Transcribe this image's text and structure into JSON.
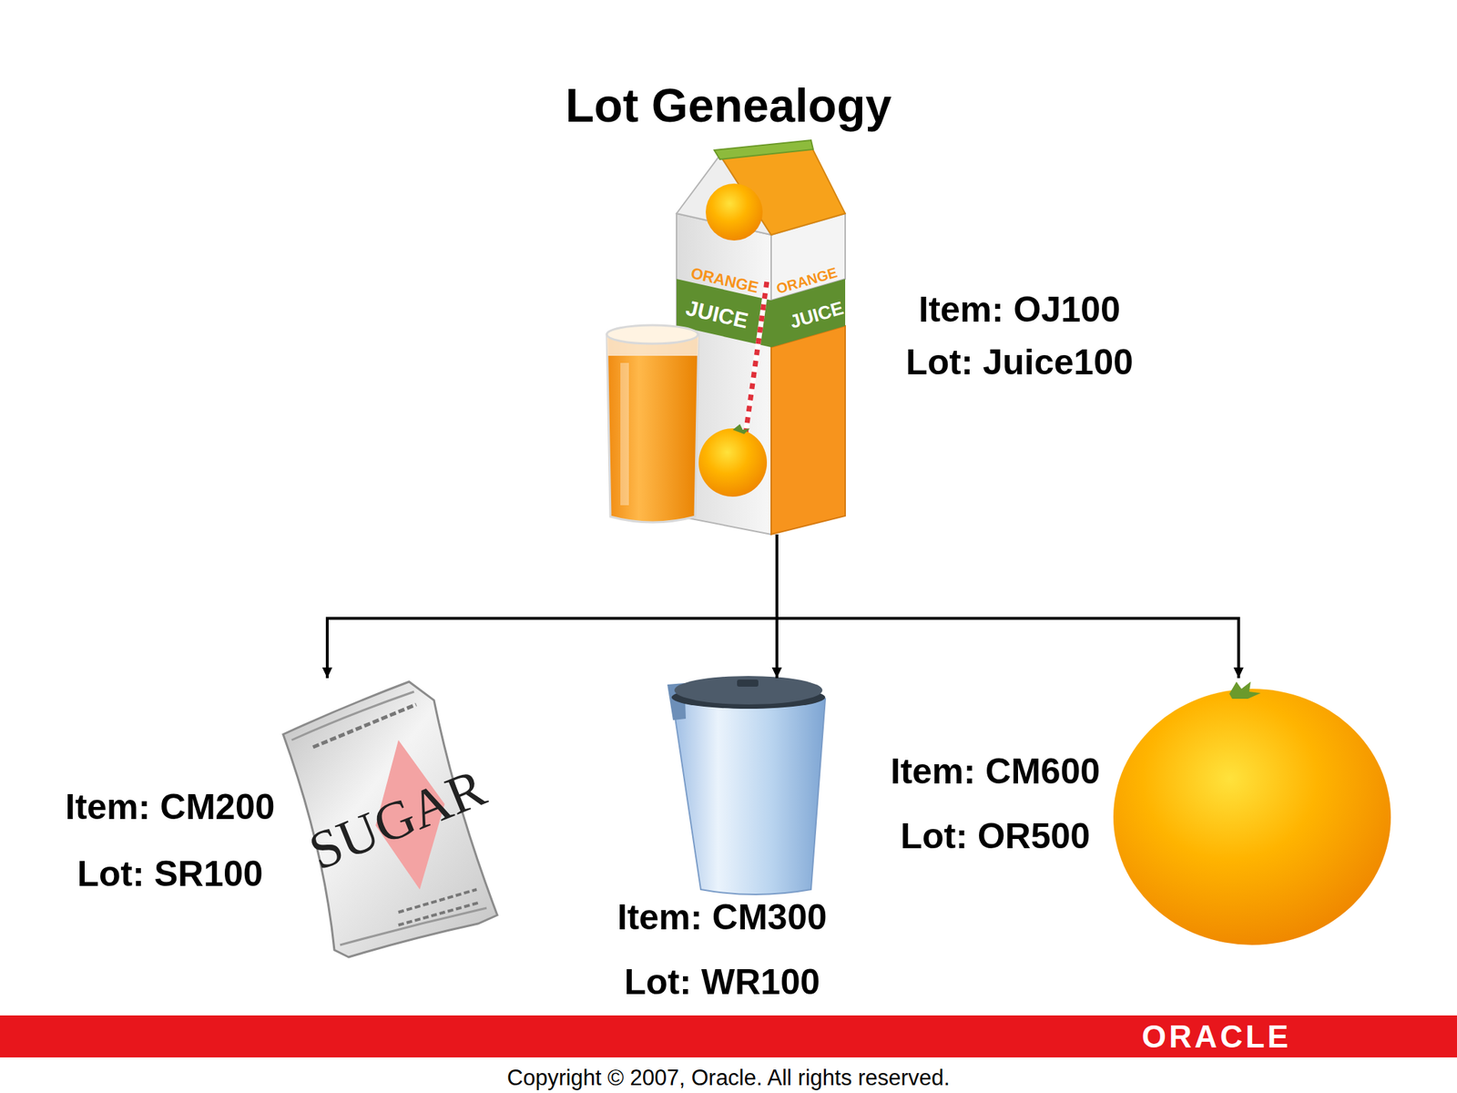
{
  "diagram": {
    "title": "Lot Genealogy",
    "nodes": [
      {
        "text": [
          "Item: OJ100",
          "Lot: Juice100"
        ]
      },
      {
        "text": [
          "Item: CM200",
          "Lot: SR100"
        ]
      },
      {
        "text": [
          "Item: CM300",
          "Lot: WR100"
        ]
      },
      {
        "text": [
          "Item: CM600",
          "Lot: OR500"
        ]
      }
    ],
    "edges": [
      {
        "from": 0,
        "to": 1,
        "arrow": "to"
      },
      {
        "from": 0,
        "to": 2,
        "arrow": "to"
      },
      {
        "from": 0,
        "to": 3,
        "arrow": "to"
      }
    ],
    "labels": [
      "ORANGE",
      "JUICE",
      "ORANGE",
      "JUICE",
      "SUGAR",
      "ORACLE",
      "Copyright © 2007, Oracle. All rights reserved."
    ]
  }
}
